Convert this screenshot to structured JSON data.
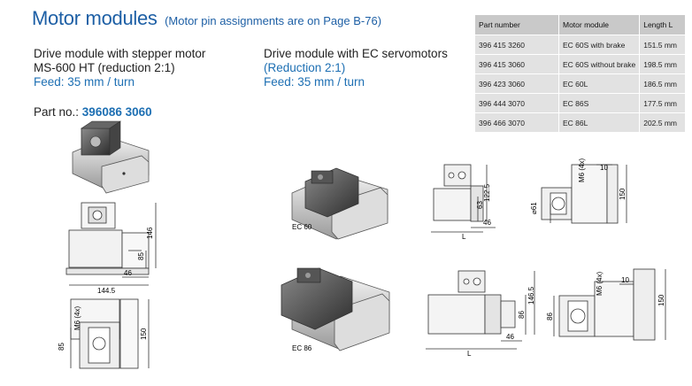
{
  "header": {
    "title": "Motor modules",
    "subtitle": "(Motor pin assignments are on Page B-76)"
  },
  "left_block": {
    "line1": "Drive module with stepper motor",
    "line2": "MS-600 HT (reduction 2:1)",
    "line3": "Feed: 35 mm / turn",
    "part_label": "Part no.:",
    "part_value": "396086 3060"
  },
  "right_block": {
    "line1": "Drive module with EC servomotors",
    "line2": "(Reduction 2:1)",
    "line3": "Feed: 35 mm / turn"
  },
  "table": {
    "headers": [
      "Part number",
      "Motor module",
      "Length L"
    ],
    "rows": [
      [
        "396 415 3260",
        "EC 60S with brake",
        "151.5 mm"
      ],
      [
        "396 415 3060",
        "EC 60S without brake",
        "198.5 mm"
      ],
      [
        "396 423 3060",
        "EC 60L",
        "186.5 mm"
      ],
      [
        "396 444 3070",
        "EC 86S",
        "177.5 mm"
      ],
      [
        "396 466 3070",
        "EC 86L",
        "202.5 mm"
      ]
    ]
  },
  "drawings": {
    "stepper_front": {
      "dim_height": "146",
      "dim_85": "85",
      "dim_46": "46",
      "dim_width": "144.5"
    },
    "stepper_side": {
      "dim_thread": "M6 (4x)",
      "dim_85": "85",
      "dim_150": "150"
    },
    "ec60": {
      "label": "EC 60",
      "dim_122": "122.5",
      "dim_63": "63",
      "dim_46": "46",
      "dim_L": "L",
      "dim_d": "⌀61",
      "dim_thread": "M6 (4x)",
      "dim_10": "10",
      "dim_150": "150"
    },
    "ec86": {
      "label": "EC 86",
      "dim_146": "146.5",
      "dim_86": "86",
      "dim_46": "46",
      "dim_L": "L",
      "dim_thread": "M6 (4x)",
      "dim_10": "10",
      "dim_86b": "86",
      "dim_150": "150"
    }
  }
}
